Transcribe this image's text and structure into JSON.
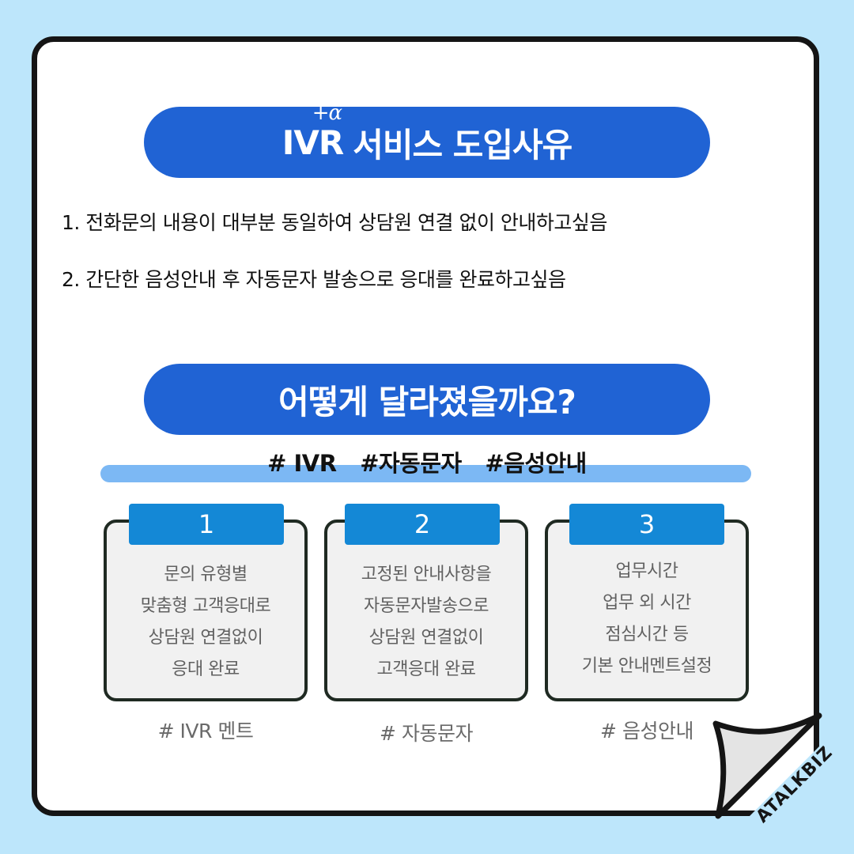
{
  "header1": {
    "ivr": "IVR",
    "superscript": "+α",
    "rest": "서비스 도입사유"
  },
  "reasons": [
    "1. 전화문의 내용이 대부분 동일하여 상담원 연결 없이 안내하고싶음",
    "2. 간단한 음성안내 후 자동문자 발송으로 응대를 완료하고싶음"
  ],
  "header2": "어떻게 달라졌을까요?",
  "hashtags": [
    "# IVR",
    "#자동문자",
    "#음성안내"
  ],
  "cards": [
    {
      "number": "1",
      "lines": [
        "문의 유형별",
        "맞춤형 고객응대로",
        "상담원 연결없이",
        "응대 완료"
      ],
      "tag": "# IVR 멘트"
    },
    {
      "number": "2",
      "lines": [
        "고정된 안내사항을",
        "자동문자발송으로",
        "상담원 연결없이",
        "고객응대 완료"
      ],
      "tag": "# 자동문자"
    },
    {
      "number": "3",
      "lines": [
        "업무시간",
        "업무 외 시간",
        "점심시간 등",
        "기본 안내멘트설정"
      ],
      "tag": "# 음성안내"
    }
  ],
  "brand": "ATALKBIZ",
  "colors": {
    "background": "#bde6fb",
    "pill": "#2063d4",
    "tab": "#1488d6",
    "hashbar": "#7cb8f4",
    "cardBorder": "#1f2a22"
  }
}
